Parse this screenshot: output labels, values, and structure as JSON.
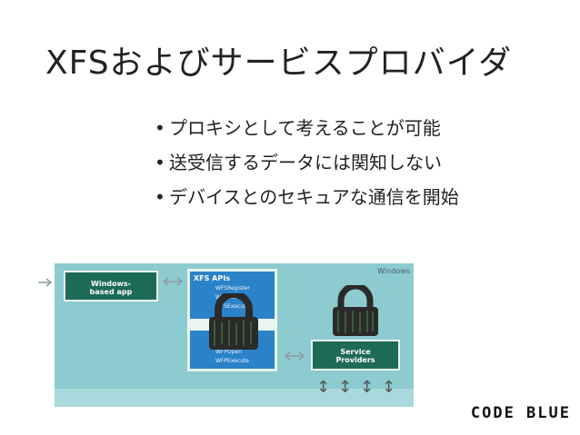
{
  "slide": {
    "title": "XFSおよびサービスプロバイダ",
    "bullets": [
      "プロキシとして考えることが可能",
      "送受信するデータには関知しない",
      "デバイスとのセキュアな通信を開始"
    ]
  },
  "diagram": {
    "windows_label": "Windows",
    "app_box": {
      "line1": "Windows-",
      "line2": "based app"
    },
    "xfs_box": {
      "title": "XFS APIs",
      "functions_top": [
        "WFSRegister",
        "WFSLock",
        "WFSExecute"
      ],
      "functions_bottom": [
        "WFPOpen",
        "WFPExecute"
      ]
    },
    "provider_box": {
      "line1": "Service",
      "line2": "Providers"
    },
    "icons": [
      "arrow-right-icon",
      "double-arrow-icon",
      "padlock-icon",
      "vertical-double-arrow-icon"
    ],
    "colors": {
      "background_outer": "#a9d9dc",
      "background_inner": "#8ccbd0",
      "dark_box": "#1d6b57",
      "api_box": "#2a82c8",
      "lock": "#2a2a2a"
    }
  },
  "logo": {
    "text": "CODE BLUE"
  }
}
